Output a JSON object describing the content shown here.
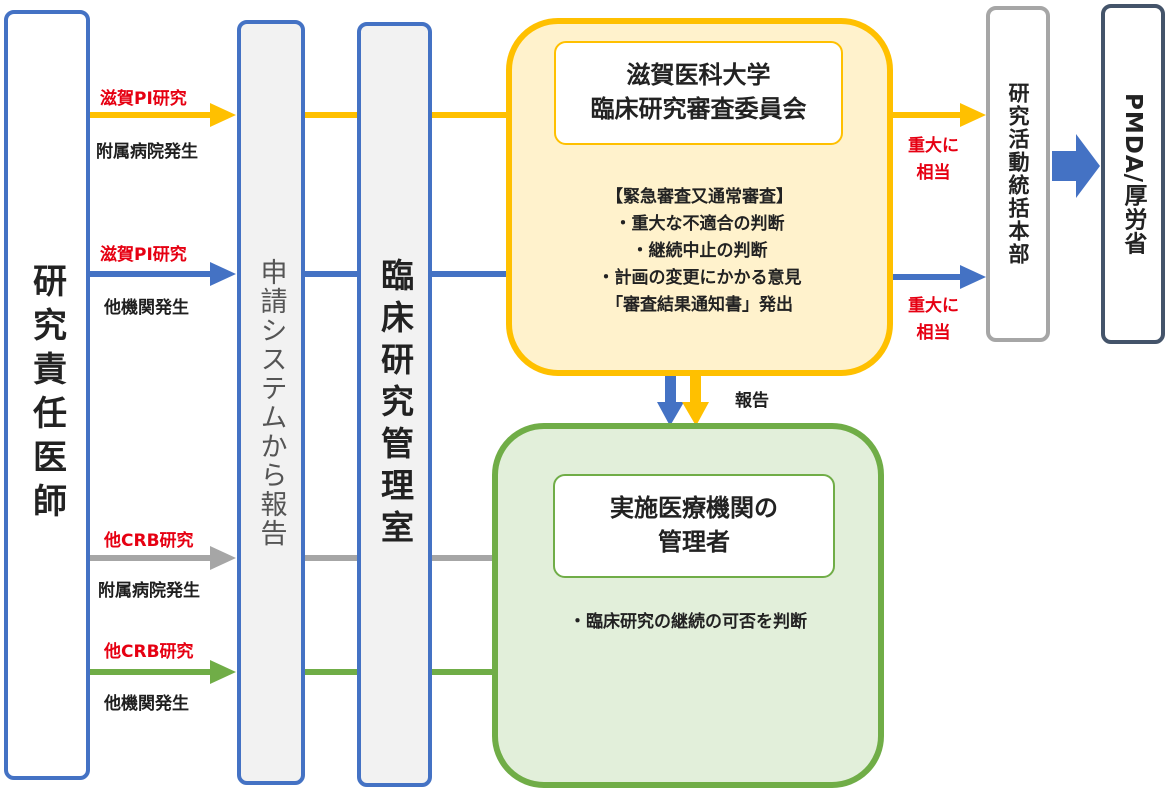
{
  "colors": {
    "blue": "#4472c4",
    "yellow": "#ffc000",
    "gray": "#a6a6a6",
    "green": "#70ad47",
    "red_text": "#e60012",
    "committee_fill": "#fff2cc",
    "admin_fill": "#e2efda",
    "system_fill": "#f2f2f2",
    "pmda_border": "#44546a"
  },
  "left_box": {
    "text": "研究責任医師"
  },
  "system_box": {
    "text": "申請システムから報告"
  },
  "clinical_office": {
    "text": "臨床研究管理室"
  },
  "inputs": [
    {
      "title": "滋賀PI研究",
      "subtitle": "附属病院発生"
    },
    {
      "title": "滋賀PI研究",
      "subtitle": "他機関発生"
    },
    {
      "title": "他CRB研究",
      "subtitle": "附属病院発生"
    },
    {
      "title": "他CRB研究",
      "subtitle": "他機関発生"
    }
  ],
  "committee": {
    "title_line1": "滋賀医科大学",
    "title_line2": "臨床研究審査委員会",
    "items": [
      "【緊急審査又通常審査】",
      "・重大な不適合の判断",
      "・継続中止の判断",
      "・計画の変更にかかる意見",
      "「審査結果通知書」発出"
    ]
  },
  "report_label": "報告",
  "admin": {
    "title_line1": "実施医療機関の",
    "title_line2": "管理者",
    "item": "・臨床研究の継続の可否を判断"
  },
  "serious_labels": [
    {
      "line1": "重大に",
      "line2": "相当"
    },
    {
      "line1": "重大に",
      "line2": "相当"
    }
  ],
  "hq_box": {
    "text": "研究活動統括本部"
  },
  "pmda_box": {
    "text": "PMDA/厚労省"
  }
}
